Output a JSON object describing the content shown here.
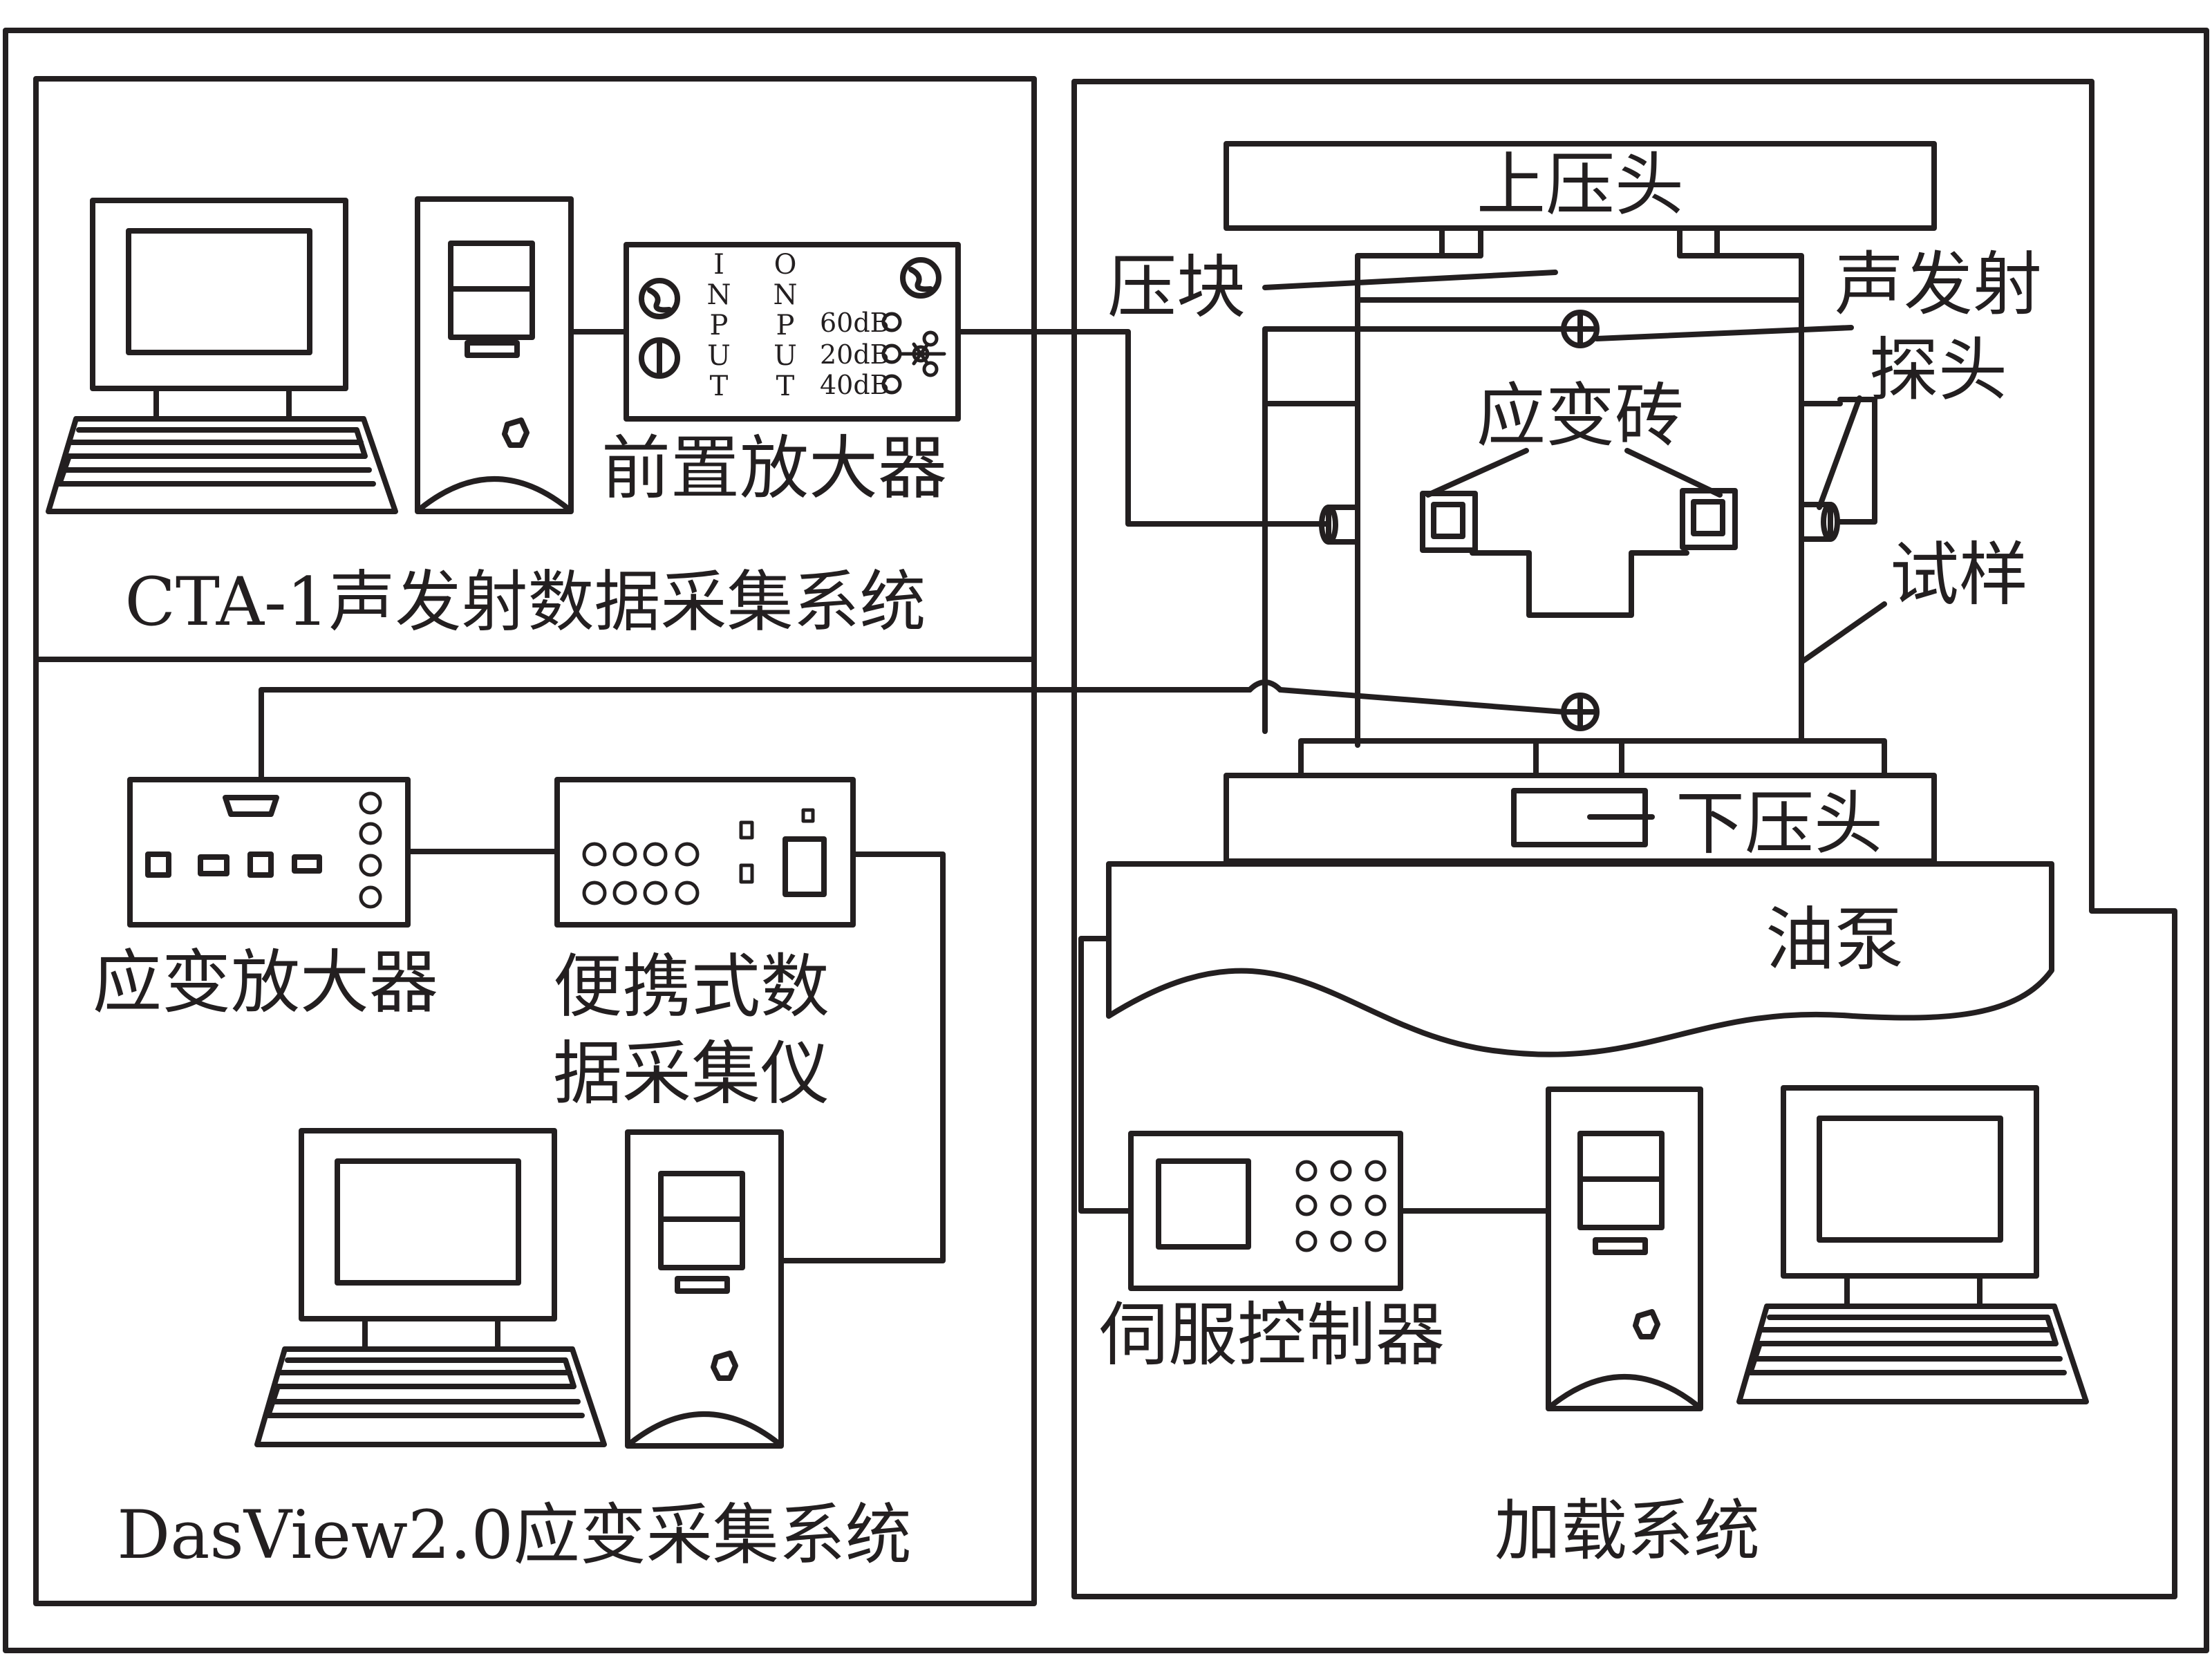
{
  "systems": {
    "ae": "CTA-1声发射数据采集系统",
    "strain": "DasView2.0应变采集系统",
    "loading": "加载系统"
  },
  "components": {
    "preamp": "前置放大器",
    "strain_amp": "应变放大器",
    "daq_line1": "便携式数",
    "daq_line2": "据采集仪",
    "servo": "伺服控制器",
    "upper_head": "上压头",
    "press_block": "压块",
    "ae_probe_line1": "声发射",
    "ae_probe_line2": "探头",
    "strain_brick": "应变砖",
    "specimen": "试样",
    "lower_head": "下压头",
    "oil_pump": "油泵"
  },
  "preamp_panel": {
    "input_letters": [
      "I",
      "N",
      "P",
      "U",
      "T"
    ],
    "output_letters": [
      "O",
      "N",
      "P",
      "U",
      "T"
    ],
    "gain_60": "60dB",
    "gain_20": "20dB",
    "gain_40": "40dB"
  }
}
